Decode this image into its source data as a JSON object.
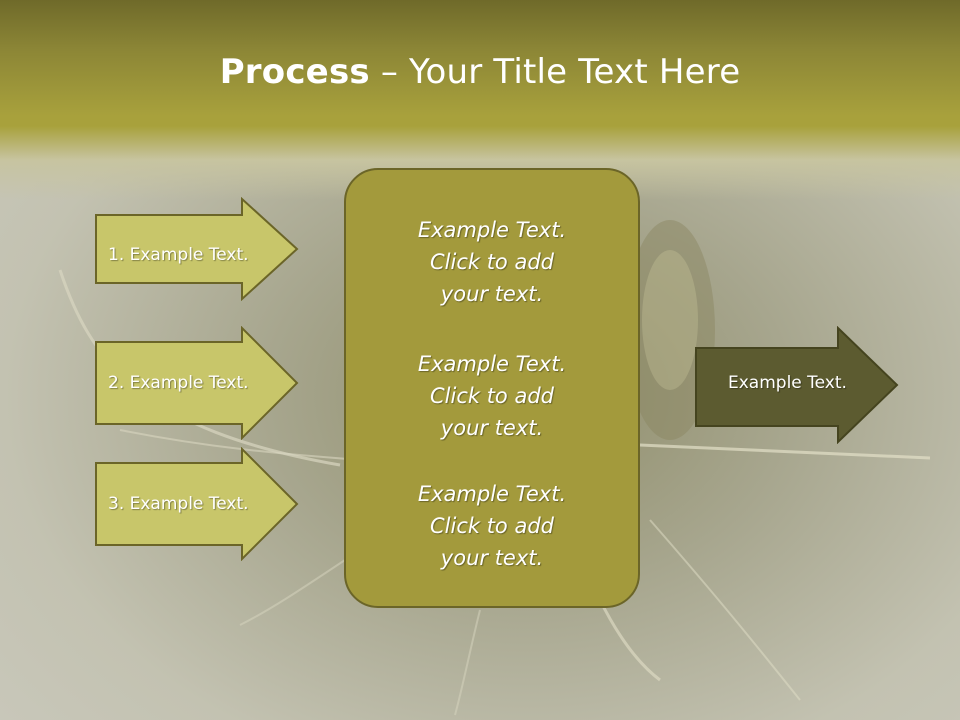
{
  "title": {
    "bold": "Process",
    "rest": " – Your Title Text Here"
  },
  "left_steps": [
    {
      "label": "1. Example Text."
    },
    {
      "label": "2. Example Text."
    },
    {
      "label": "3. Example Text."
    }
  ],
  "center_box": {
    "paragraphs": [
      {
        "lines": [
          "Example Text.",
          "Click  to add",
          "your text."
        ]
      },
      {
        "lines": [
          "Example Text.",
          "Click  to add",
          "your text."
        ]
      },
      {
        "lines": [
          "Example Text.",
          "Click  to add",
          "your text."
        ]
      }
    ]
  },
  "right_arrow": {
    "label": "Example Text."
  },
  "colors": {
    "header": "#a8a13c",
    "left_arrow_fill": "#c8c66a",
    "center_fill": "#a39a3c",
    "right_arrow_fill": "#5c5b30",
    "outline": "#6b6528"
  },
  "background_image": "insect-closeup-photo"
}
